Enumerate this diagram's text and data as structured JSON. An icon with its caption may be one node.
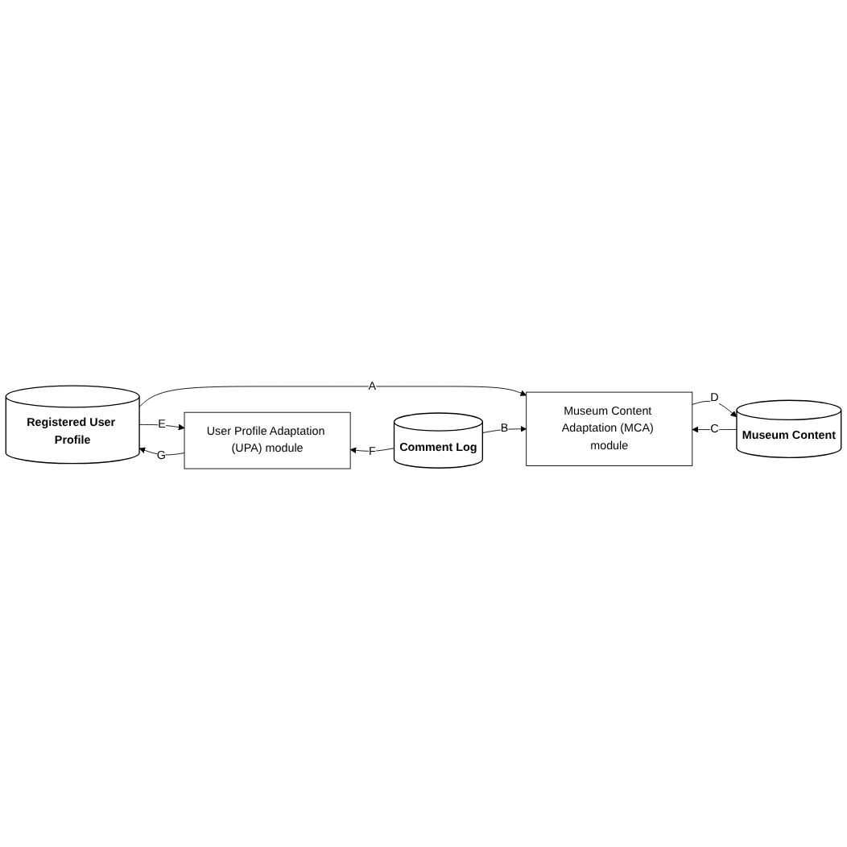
{
  "diagram": {
    "nodes": [
      {
        "text": [
          "Registered User Profile"
        ]
      },
      {
        "text": [
          "User Profile Adaptation (UPA) module"
        ]
      },
      {
        "text": [
          "Museum Content Adaptation (MCA) module"
        ]
      },
      {
        "text": [
          "Comment Log"
        ]
      },
      {
        "text": [
          "Museum Content"
        ]
      }
    ],
    "edges": [
      {
        "from": 0,
        "to": 1,
        "arrow": "to",
        "label": "E"
      },
      {
        "from": 1,
        "to": 0,
        "arrow": "to",
        "label": "G"
      },
      {
        "from": 3,
        "to": 1,
        "arrow": "to",
        "label": "F"
      },
      {
        "from": 0,
        "to": 2,
        "arrow": "to",
        "label": "A"
      },
      {
        "from": 3,
        "to": 2,
        "arrow": "to",
        "label": "B"
      },
      {
        "from": 4,
        "to": 2,
        "arrow": "to",
        "label": "C"
      },
      {
        "from": 2,
        "to": 4,
        "arrow": "to",
        "label": "D"
      }
    ]
  }
}
